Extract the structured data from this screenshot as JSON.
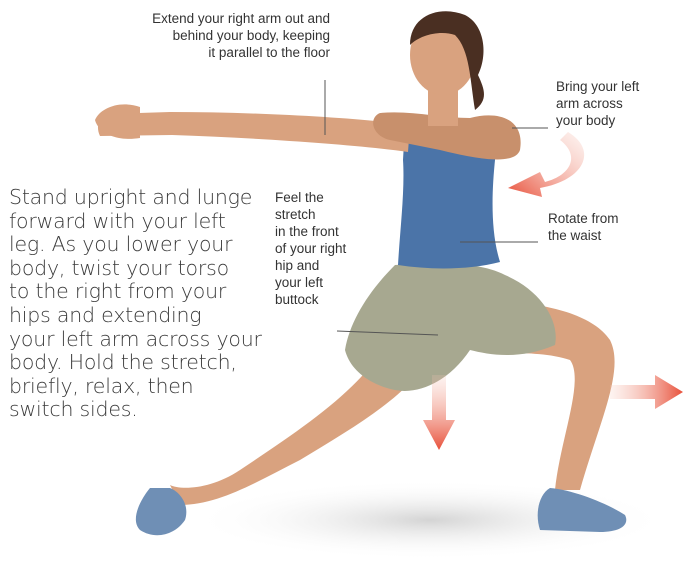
{
  "annotations": {
    "extend_right_arm": [
      "Extend your right arm out and",
      "behind your body, keeping",
      "it parallel to the floor"
    ],
    "bring_left_arm": [
      "Bring your left",
      "arm across",
      "your body"
    ],
    "rotate_waist": [
      "Rotate from",
      "the waist"
    ],
    "feel_stretch": [
      "Feel the",
      "stretch",
      "in the front",
      "of your right",
      "hip and",
      "your left",
      "buttock"
    ]
  },
  "instructions": {
    "lines": [
      "Stand upright and lunge",
      "forward with your left",
      "leg. As you lower your",
      "body, twist your torso",
      "to the right from your",
      "hips and extending",
      "your left arm across your",
      "body. Hold the stretch,",
      "briefly, relax, then",
      "switch sides."
    ]
  },
  "colors": {
    "arrow": "#e8503a",
    "top": "#4b74a8",
    "shorts": "#a7a890",
    "skin": "#d9a27f",
    "shoe": "#6f8fb5"
  }
}
